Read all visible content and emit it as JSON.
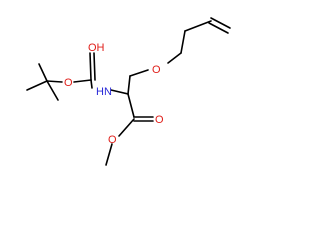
{
  "molecule": {
    "atoms": {
      "oxygen_ether": {
        "text": "O",
        "color": "#e0201b"
      },
      "hydroxyl": {
        "text": "OH",
        "color": "#e0201b"
      },
      "oxygen_carbamate": {
        "text": "O",
        "color": "#e0201b"
      },
      "amine": {
        "text": "HN",
        "color": "#2a2ad8"
      },
      "oxygen_carbonyl": {
        "text": "O",
        "color": "#e0201b"
      },
      "oxygen_ester": {
        "text": "O",
        "color": "#e0201b"
      }
    },
    "bond_color": "#000000"
  }
}
